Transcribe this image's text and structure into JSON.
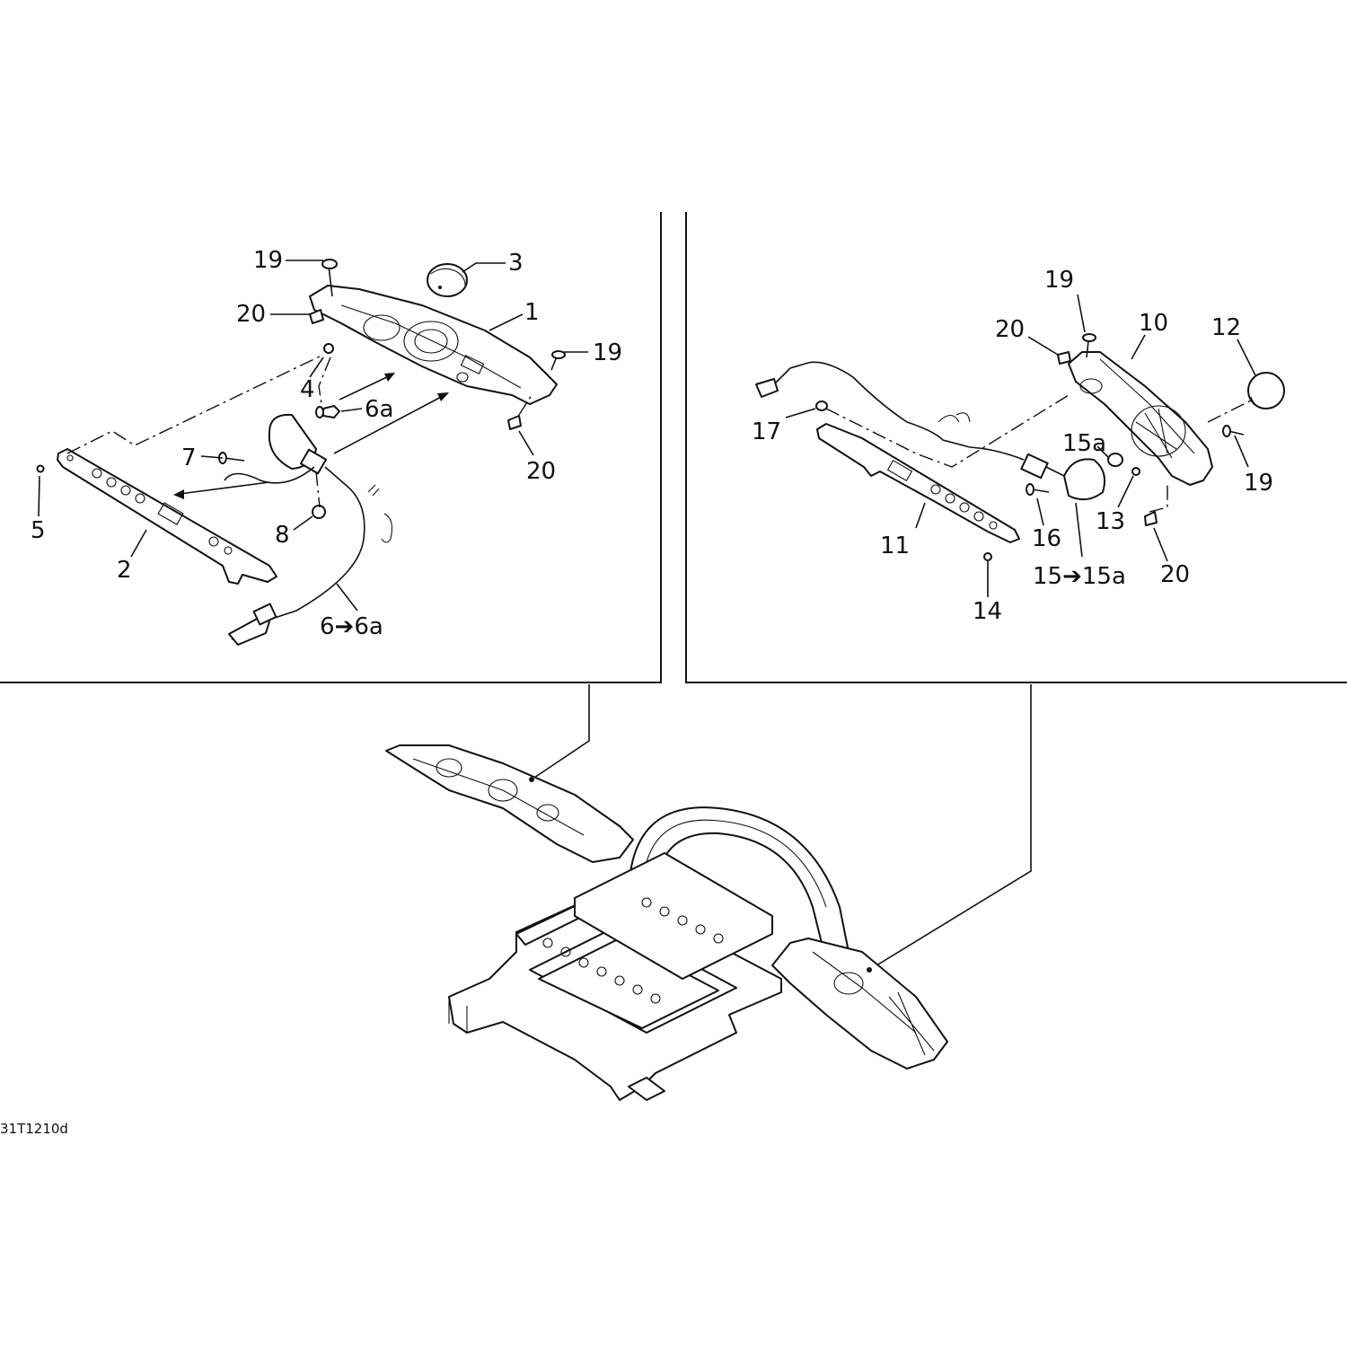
{
  "diagram": {
    "drawing_code": "31T1210d",
    "left_panel": {
      "callouts": {
        "c1": "1",
        "c2": "2",
        "c3": "3",
        "c4": "4",
        "c5": "5",
        "c6a": "6a",
        "c6": "6➔6a",
        "c7": "7",
        "c8": "8",
        "c19a": "19",
        "c19b": "19",
        "c20a": "20",
        "c20b": "20"
      }
    },
    "right_panel": {
      "callouts": {
        "c10": "10",
        "c11": "11",
        "c12": "12",
        "c13": "13",
        "c14": "14",
        "c15a": "15a",
        "c15": "15➔15a",
        "c16": "16",
        "c17": "17",
        "c19a": "19",
        "c19b": "19",
        "c20a": "20",
        "c20b": "20"
      }
    }
  }
}
